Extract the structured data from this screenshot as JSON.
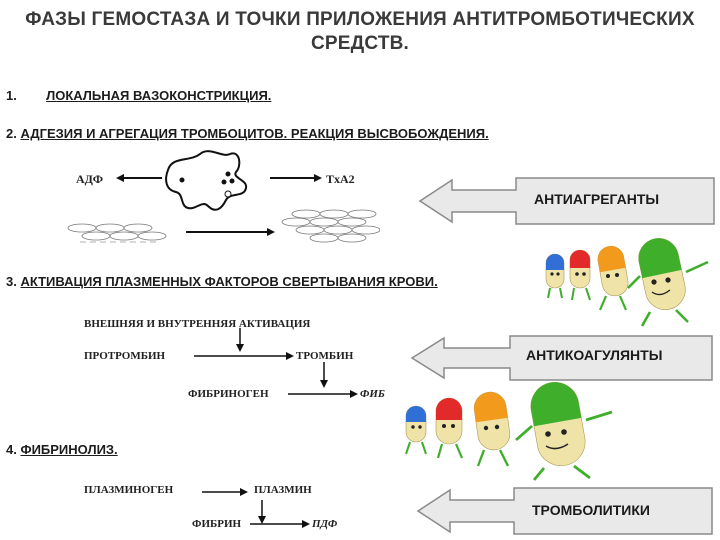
{
  "title": {
    "line1": "ФАЗЫ ГЕМОСТАЗА И ТОЧКИ ПРИЛОЖЕНИЯ АНТИТРОМБОТИЧЕСКИХ",
    "line2": "СРЕДСТВ."
  },
  "phases": [
    {
      "number": "1.",
      "label": "ЛОКАЛЬНАЯ ВАЗОКОНСТРИКЦИЯ."
    },
    {
      "number": "2.",
      "label": "АДГЕЗИЯ И АГРЕГАЦИЯ ТРОМБОЦИТОВ. РЕАКЦИЯ ВЫСВОБОЖДЕНИЯ."
    },
    {
      "number": "3.",
      "label": "АКТИВАЦИЯ ПЛАЗМЕННЫХ ФАКТОРОВ СВЕРТЫВАНИЯ КРОВИ."
    },
    {
      "number": "4.",
      "label": "ФИБРИНОЛИЗ."
    }
  ],
  "phase2": {
    "adp": "АДФ",
    "txa2": "TxA2"
  },
  "phase3": {
    "activation": "ВНЕШНЯЯ И ВНУТРЕННЯЯ АКТИВАЦИЯ",
    "prothrombin": "ПРОТРОМБИН",
    "thrombin": "ТРОМБИН",
    "fibrinogen": "ФИБРИНОГЕН",
    "fibrin_partial": "ФИБ"
  },
  "phase4": {
    "plasminogen": "ПЛАЗМИНОГЕН",
    "plasmin": "ПЛАЗМИН",
    "fibrin": "ФИБРИН",
    "pdf": "ПДФ"
  },
  "drug_classes": {
    "antiplatelet": "АНТИАГРЕГАНТЫ",
    "anticoagulants": "АНТИКОАГУЛЯНТЫ",
    "thrombolytics": "ТРОМБОЛИТИКИ"
  },
  "colors": {
    "arrow_fill": "#e9e9e9",
    "arrow_stroke": "#8a8a8a",
    "pill_green": "#3fae2a",
    "pill_orange": "#f29a1c",
    "pill_red": "#e22a2a",
    "pill_blue": "#2f6fd6",
    "pill_cream": "#efe3a8"
  }
}
